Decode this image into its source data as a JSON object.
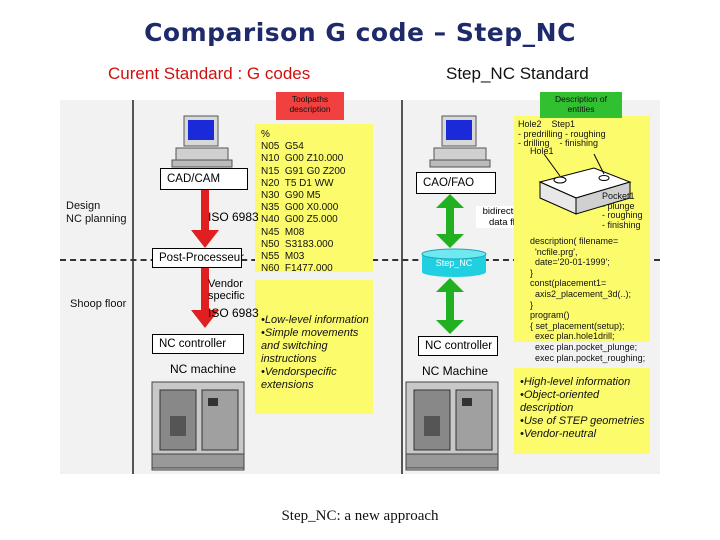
{
  "title": "Comparison G code – Step_NC",
  "left_header": "Curent Standard : G codes",
  "right_header": "Step_NC Standard",
  "left": {
    "toolpaths_callout": "Toolpaths description",
    "cad_cam": "CAD/CAM",
    "post_processor": "Post-Processeur",
    "iso_top": "ISO 6983",
    "vendor": "Vendor specific",
    "iso_bottom": "ISO 6983",
    "nc_controller": "NC controller",
    "nc_machine": "NC machine",
    "design_label": "Design\nNC planning",
    "shop_label": "Shoop floor",
    "gcode": [
      "%",
      "N05  G54",
      "N10  G00 Z10.000",
      "N15  G91 G0 Z200",
      "N20  T5 D1 WW",
      "N30  G90 M5",
      "N35  G00 X0.000",
      "N40  G00 Z5.000",
      "N45  M08",
      "N50  S3183.000",
      "N55  M03",
      "N60  F1477.000"
    ],
    "bullets": [
      "•Low-level information",
      "•Simple movements and switching instructions",
      "•Vendorspecific extensions"
    ]
  },
  "right": {
    "description_callout": "Description of entities",
    "cao_fao": "CAO/FAO",
    "bidirectional": "bidirectional data flow",
    "step_nc": "Step_NC",
    "nc_controller": "NC controller",
    "nc_machine": "NC Machine",
    "features": {
      "hole2": "Hole2",
      "step1": "Step1",
      "predrilling": "- predrilling",
      "roughing1": "- roughing",
      "drilling": "- drilling",
      "finishing1": "- finishing",
      "hole1": "Hole1",
      "pocket1": "Pocket1",
      "plunge": "- plunge",
      "roughing2": "- roughing",
      "finishing2": "- finishing"
    },
    "code": [
      "description( filename=",
      "  'ncfile.prg',",
      "  date='20-01-1999';",
      "}",
      "const(placement1=",
      "  axis2_placement_3d(..);",
      "}",
      "program()",
      "{ set_placement(setup);",
      "  exec plan.hole1drill;",
      "  exec plan.pocket_plunge;",
      "  exec plan.pocket_roughing;"
    ],
    "bullets": [
      "•High-level information",
      "•Object-oriented description",
      "•Use of STEP geometries",
      "•Vendor-neutral"
    ]
  },
  "caption": "Step_NC:  a new approach",
  "colors": {
    "title": "#1f2a6a",
    "left_header": "#d01010",
    "yellow": "#fbfb6c",
    "red_arrow": "#e02020",
    "green_arrow": "#20b020",
    "cyan": "#20d0e0"
  }
}
